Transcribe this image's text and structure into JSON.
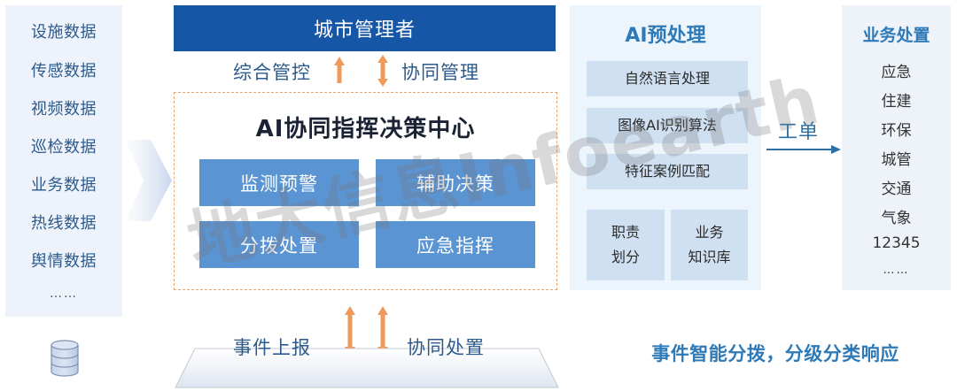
{
  "data_sources": {
    "items": [
      "设施数据",
      "传感数据",
      "视频数据",
      "巡检数据",
      "业务数据",
      "热线数据",
      "舆情数据"
    ],
    "ellipsis": "……",
    "icon": "database-icon"
  },
  "manager": {
    "title": "城市管理者",
    "left_label": "综合管控",
    "right_label": "协同管理"
  },
  "center": {
    "title": "AI协同指挥决策中心",
    "functions": [
      "监测预警",
      "辅助决策",
      "分拨处置",
      "应急指挥"
    ]
  },
  "bottom": {
    "left_label": "事件上报",
    "right_label": "协同处置"
  },
  "ai_preprocess": {
    "title": "AI预处理",
    "items": [
      "自然语言处理",
      "图像AI识别算法",
      "特征案例匹配"
    ],
    "sub_items": [
      {
        "line1": "职责",
        "line2": "划分"
      },
      {
        "line1": "业务",
        "line2": "知识库"
      }
    ]
  },
  "work_order": {
    "label": "工单"
  },
  "business": {
    "title": "业务处置",
    "items": [
      "应急",
      "住建",
      "环保",
      "城管",
      "交通",
      "气象",
      "12345"
    ],
    "ellipsis": "……"
  },
  "slogan": "事件智能分拨，分级分类响应",
  "watermark": "地大信息Infoearth",
  "colors": {
    "primary_blue": "#1556a6",
    "function_blue": "#5b94d3",
    "accent_orange": "#ef9a5a",
    "title_blue": "#2e7ab8"
  }
}
